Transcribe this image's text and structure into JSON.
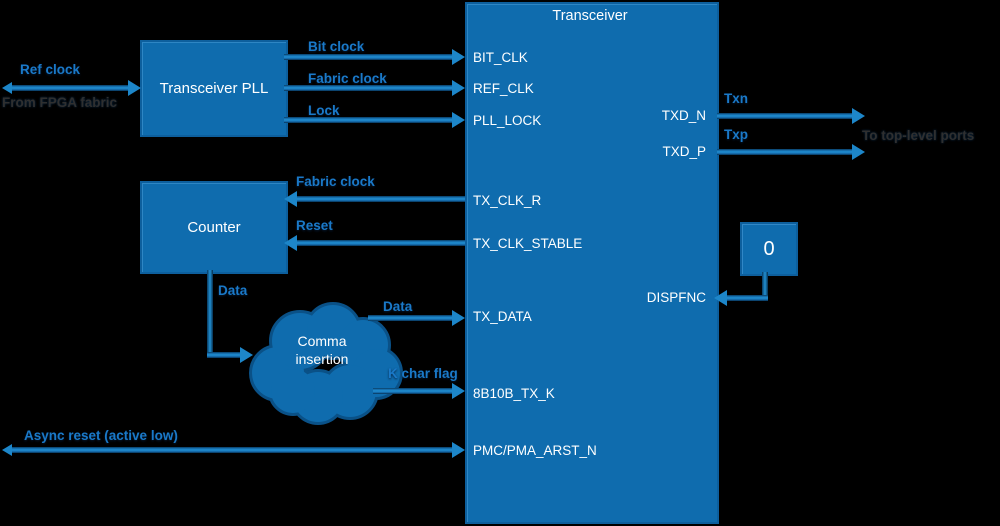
{
  "diagram": {
    "transceiver": {
      "title": "Transceiver"
    },
    "pll": {
      "label": "Transceiver PLL"
    },
    "counter": {
      "label": "Counter"
    },
    "cloud": {
      "line1": "Comma",
      "line2": "insertion"
    },
    "zero_box": {
      "value": "0"
    }
  },
  "ports_left": [
    "BIT_CLK",
    "REF_CLK",
    "PLL_LOCK",
    "TX_CLK_R",
    "TX_CLK_STABLE",
    "TX_DATA",
    "8B10B_TX_K",
    "PMC/PMA_ARST_N"
  ],
  "ports_right": [
    "TXD_N",
    "TXD_P",
    "DISPFNC"
  ],
  "labels": {
    "ref_clock": "Ref clock",
    "from_fpga_fabric": "From FPGA fabric",
    "bit_clock": "Bit clock",
    "fabric_clock_pll": "Fabric clock",
    "lock": "Lock",
    "fabric_clock_counter": "Fabric clock",
    "reset": "Reset",
    "data_counter": "Data",
    "data_cloud": "Data",
    "k_char_flag": "K char flag",
    "async_reset": "Async reset (active low)",
    "txn": "Txn",
    "txp": "Txp",
    "to_top_level_ports": "To top-level ports"
  },
  "colors": {
    "background": "#000000",
    "block_fill": "#0f6cae",
    "block_border": "#0d5f9d",
    "arrow_fill": "#1d86c9",
    "label_blue": "#1a79c8",
    "label_dark": "#2f2f2f",
    "text_white": "#ffffff"
  }
}
